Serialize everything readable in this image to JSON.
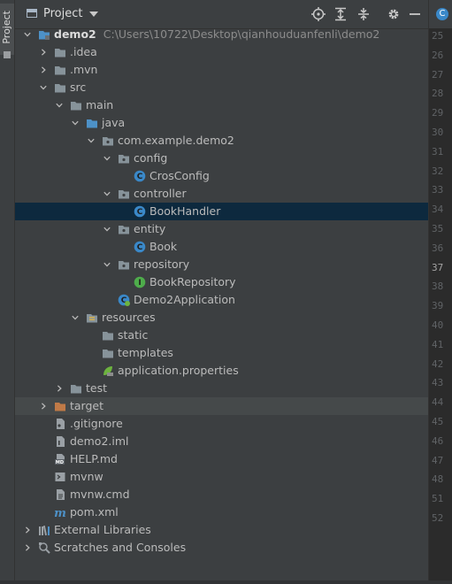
{
  "sidebar_tab": {
    "label": "Project"
  },
  "header": {
    "title": "Project"
  },
  "colors": {
    "selected_row": "#0d293e",
    "folder": "#87939a",
    "folder_source": "#4d91c7",
    "folder_excluded": "#c07a47",
    "class_icon": "#3a88c8",
    "interface_icon": "#4eac4b",
    "path_text": "#8c8c8c"
  },
  "tree": [
    {
      "depth": 0,
      "expand": "open",
      "icon": "module-folder-icon",
      "label": "demo2",
      "bold": true,
      "path": "C:\\Users\\10722\\Desktop\\qianhouduanfenli\\demo2"
    },
    {
      "depth": 1,
      "expand": "closed",
      "icon": "folder-icon",
      "label": ".idea"
    },
    {
      "depth": 1,
      "expand": "closed",
      "icon": "folder-icon",
      "label": ".mvn"
    },
    {
      "depth": 1,
      "expand": "open",
      "icon": "folder-icon",
      "label": "src"
    },
    {
      "depth": 2,
      "expand": "open",
      "icon": "folder-icon",
      "label": "main"
    },
    {
      "depth": 3,
      "expand": "open",
      "icon": "source-folder-icon",
      "label": "java"
    },
    {
      "depth": 4,
      "expand": "open",
      "icon": "package-icon",
      "label": "com.example.demo2"
    },
    {
      "depth": 5,
      "expand": "open",
      "icon": "package-icon",
      "label": "config"
    },
    {
      "depth": 6,
      "expand": "none",
      "icon": "class-icon",
      "label": "CrosConfig"
    },
    {
      "depth": 5,
      "expand": "open",
      "icon": "package-icon",
      "label": "controller"
    },
    {
      "depth": 6,
      "expand": "none",
      "icon": "class-icon",
      "label": "BookHandler",
      "selected": true
    },
    {
      "depth": 5,
      "expand": "open",
      "icon": "package-icon",
      "label": "entity"
    },
    {
      "depth": 6,
      "expand": "none",
      "icon": "class-icon",
      "label": "Book"
    },
    {
      "depth": 5,
      "expand": "open",
      "icon": "package-icon",
      "label": "repository"
    },
    {
      "depth": 6,
      "expand": "none",
      "icon": "interface-icon",
      "label": "BookRepository"
    },
    {
      "depth": 5,
      "expand": "none",
      "icon": "spring-class-icon",
      "label": "Demo2Application"
    },
    {
      "depth": 3,
      "expand": "open",
      "icon": "resources-folder-icon",
      "label": "resources"
    },
    {
      "depth": 4,
      "expand": "none",
      "icon": "folder-icon",
      "label": "static"
    },
    {
      "depth": 4,
      "expand": "none",
      "icon": "folder-icon",
      "label": "templates"
    },
    {
      "depth": 4,
      "expand": "none",
      "icon": "spring-properties-icon",
      "label": "application.properties"
    },
    {
      "depth": 2,
      "expand": "closed",
      "icon": "folder-icon",
      "label": "test"
    },
    {
      "depth": 1,
      "expand": "closed",
      "icon": "excluded-folder-icon",
      "label": "target",
      "highlight": true
    },
    {
      "depth": 1,
      "expand": "none",
      "icon": "gitignore-file-icon",
      "label": ".gitignore"
    },
    {
      "depth": 1,
      "expand": "none",
      "icon": "iml-file-icon",
      "label": "demo2.iml"
    },
    {
      "depth": 1,
      "expand": "none",
      "icon": "markdown-file-icon",
      "label": "HELP.md"
    },
    {
      "depth": 1,
      "expand": "none",
      "icon": "shell-file-icon",
      "label": "mvnw"
    },
    {
      "depth": 1,
      "expand": "none",
      "icon": "text-file-icon",
      "label": "mvnw.cmd"
    },
    {
      "depth": 1,
      "expand": "none",
      "icon": "maven-file-icon",
      "label": "pom.xml"
    },
    {
      "depth": 0,
      "expand": "closed",
      "icon": "libraries-icon",
      "label": "External Libraries"
    },
    {
      "depth": 0,
      "expand": "closed",
      "icon": "scratches-icon",
      "label": "Scratches and Consoles"
    }
  ],
  "gutter": {
    "lines": [
      "25",
      "26",
      "27",
      "28",
      "29",
      "30",
      "31",
      "32",
      "33",
      "34",
      "35",
      "36",
      "37",
      "38",
      "39",
      "40",
      "41",
      "42",
      "43",
      "44",
      "45",
      "46",
      "47",
      "48",
      "51",
      "52"
    ],
    "current": "37"
  }
}
